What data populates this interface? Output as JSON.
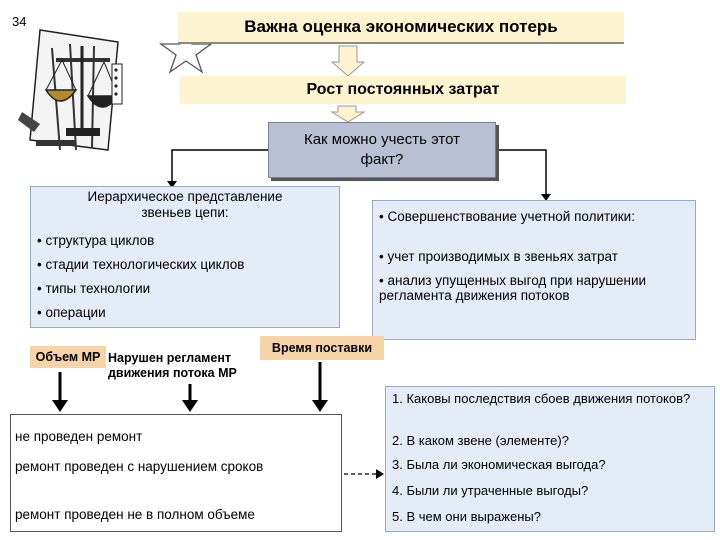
{
  "slide_number": "34",
  "title": "Важна оценка экономических потерь",
  "growth_label": "Рост постоянных затрат",
  "question_label": "Как можно учесть этот факт?",
  "hierarchy": {
    "title": "Иерархическое представление звеньев цепи:",
    "items": [
      "• структура циклов",
      "• стадии технологических циклов",
      "• типы технологии",
      "• операции"
    ]
  },
  "policy": {
    "items": [
      "• Совершенствование учетной политики:",
      "• учет производимых в звеньях затрат",
      "• анализ упущенных выгод при нарушении регламента движения потоков"
    ]
  },
  "tags": {
    "volume": "Объем МР",
    "violation": "Нарушен регламент движения потока МР",
    "delivery": "Время поставки"
  },
  "results": [
    "не проведен ремонт",
    "ремонт проведен с нарушением сроков",
    "ремонт проведен не в полном объеме"
  ],
  "questions": [
    "1. Каковы последствия сбоев движения потоков?",
    "2. В каком звене (элементе)?",
    "3. Была ли экономическая выгода?",
    "4. Были ли утраченные выгоды?",
    "5. В чем они выражены?"
  ],
  "colors": {
    "title_bg": "#fdf3cf",
    "question_bg": "#b9c0d4",
    "panel_bg": "#e3ecf7",
    "tag_bg": "#f7d3a8"
  }
}
